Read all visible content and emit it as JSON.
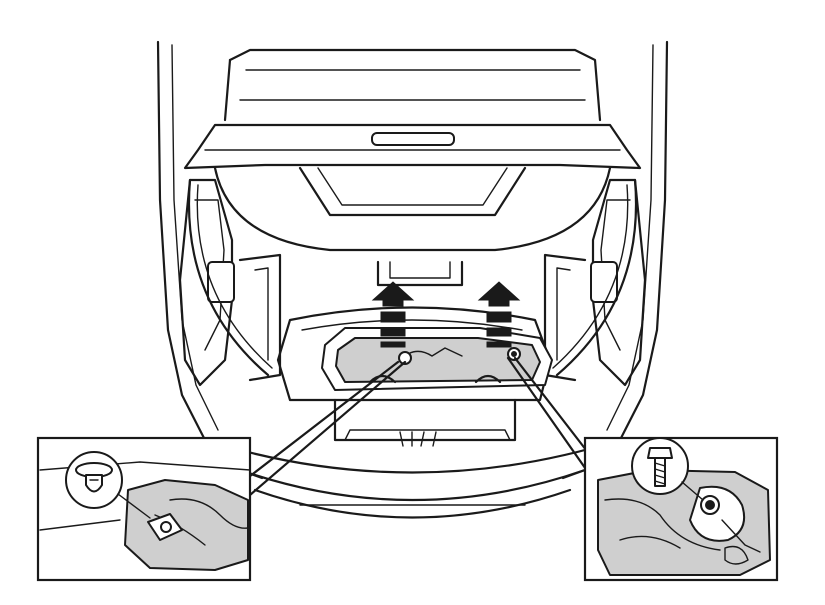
{
  "diagram": {
    "subject": "vehicle-rear-cargo-area-with-open-tailgate",
    "colors": {
      "line": "#1a1a1a",
      "fill_gray": "#cfcfcf",
      "background": "#ffffff"
    },
    "arrows": [
      {
        "name": "lift-arrow-left",
        "direction": "up"
      },
      {
        "name": "lift-arrow-right",
        "direction": "up"
      }
    ],
    "insets": [
      {
        "name": "detail-inset-left",
        "shows": "push-clip-fastener"
      },
      {
        "name": "detail-inset-right",
        "shows": "bolt-fastener"
      }
    ]
  }
}
